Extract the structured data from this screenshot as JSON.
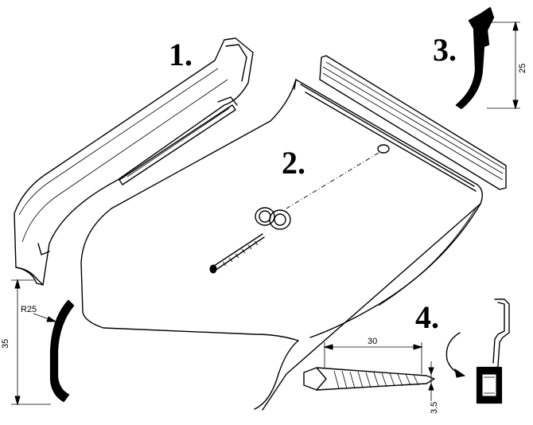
{
  "labels": {
    "part1": "1.",
    "part2": "2.",
    "part3": "3.",
    "part4": "4."
  },
  "dimensions": {
    "left_height": "35",
    "left_radius": "R25",
    "part3_height": "25",
    "screw_length": "30",
    "screw_head": "3.5"
  }
}
